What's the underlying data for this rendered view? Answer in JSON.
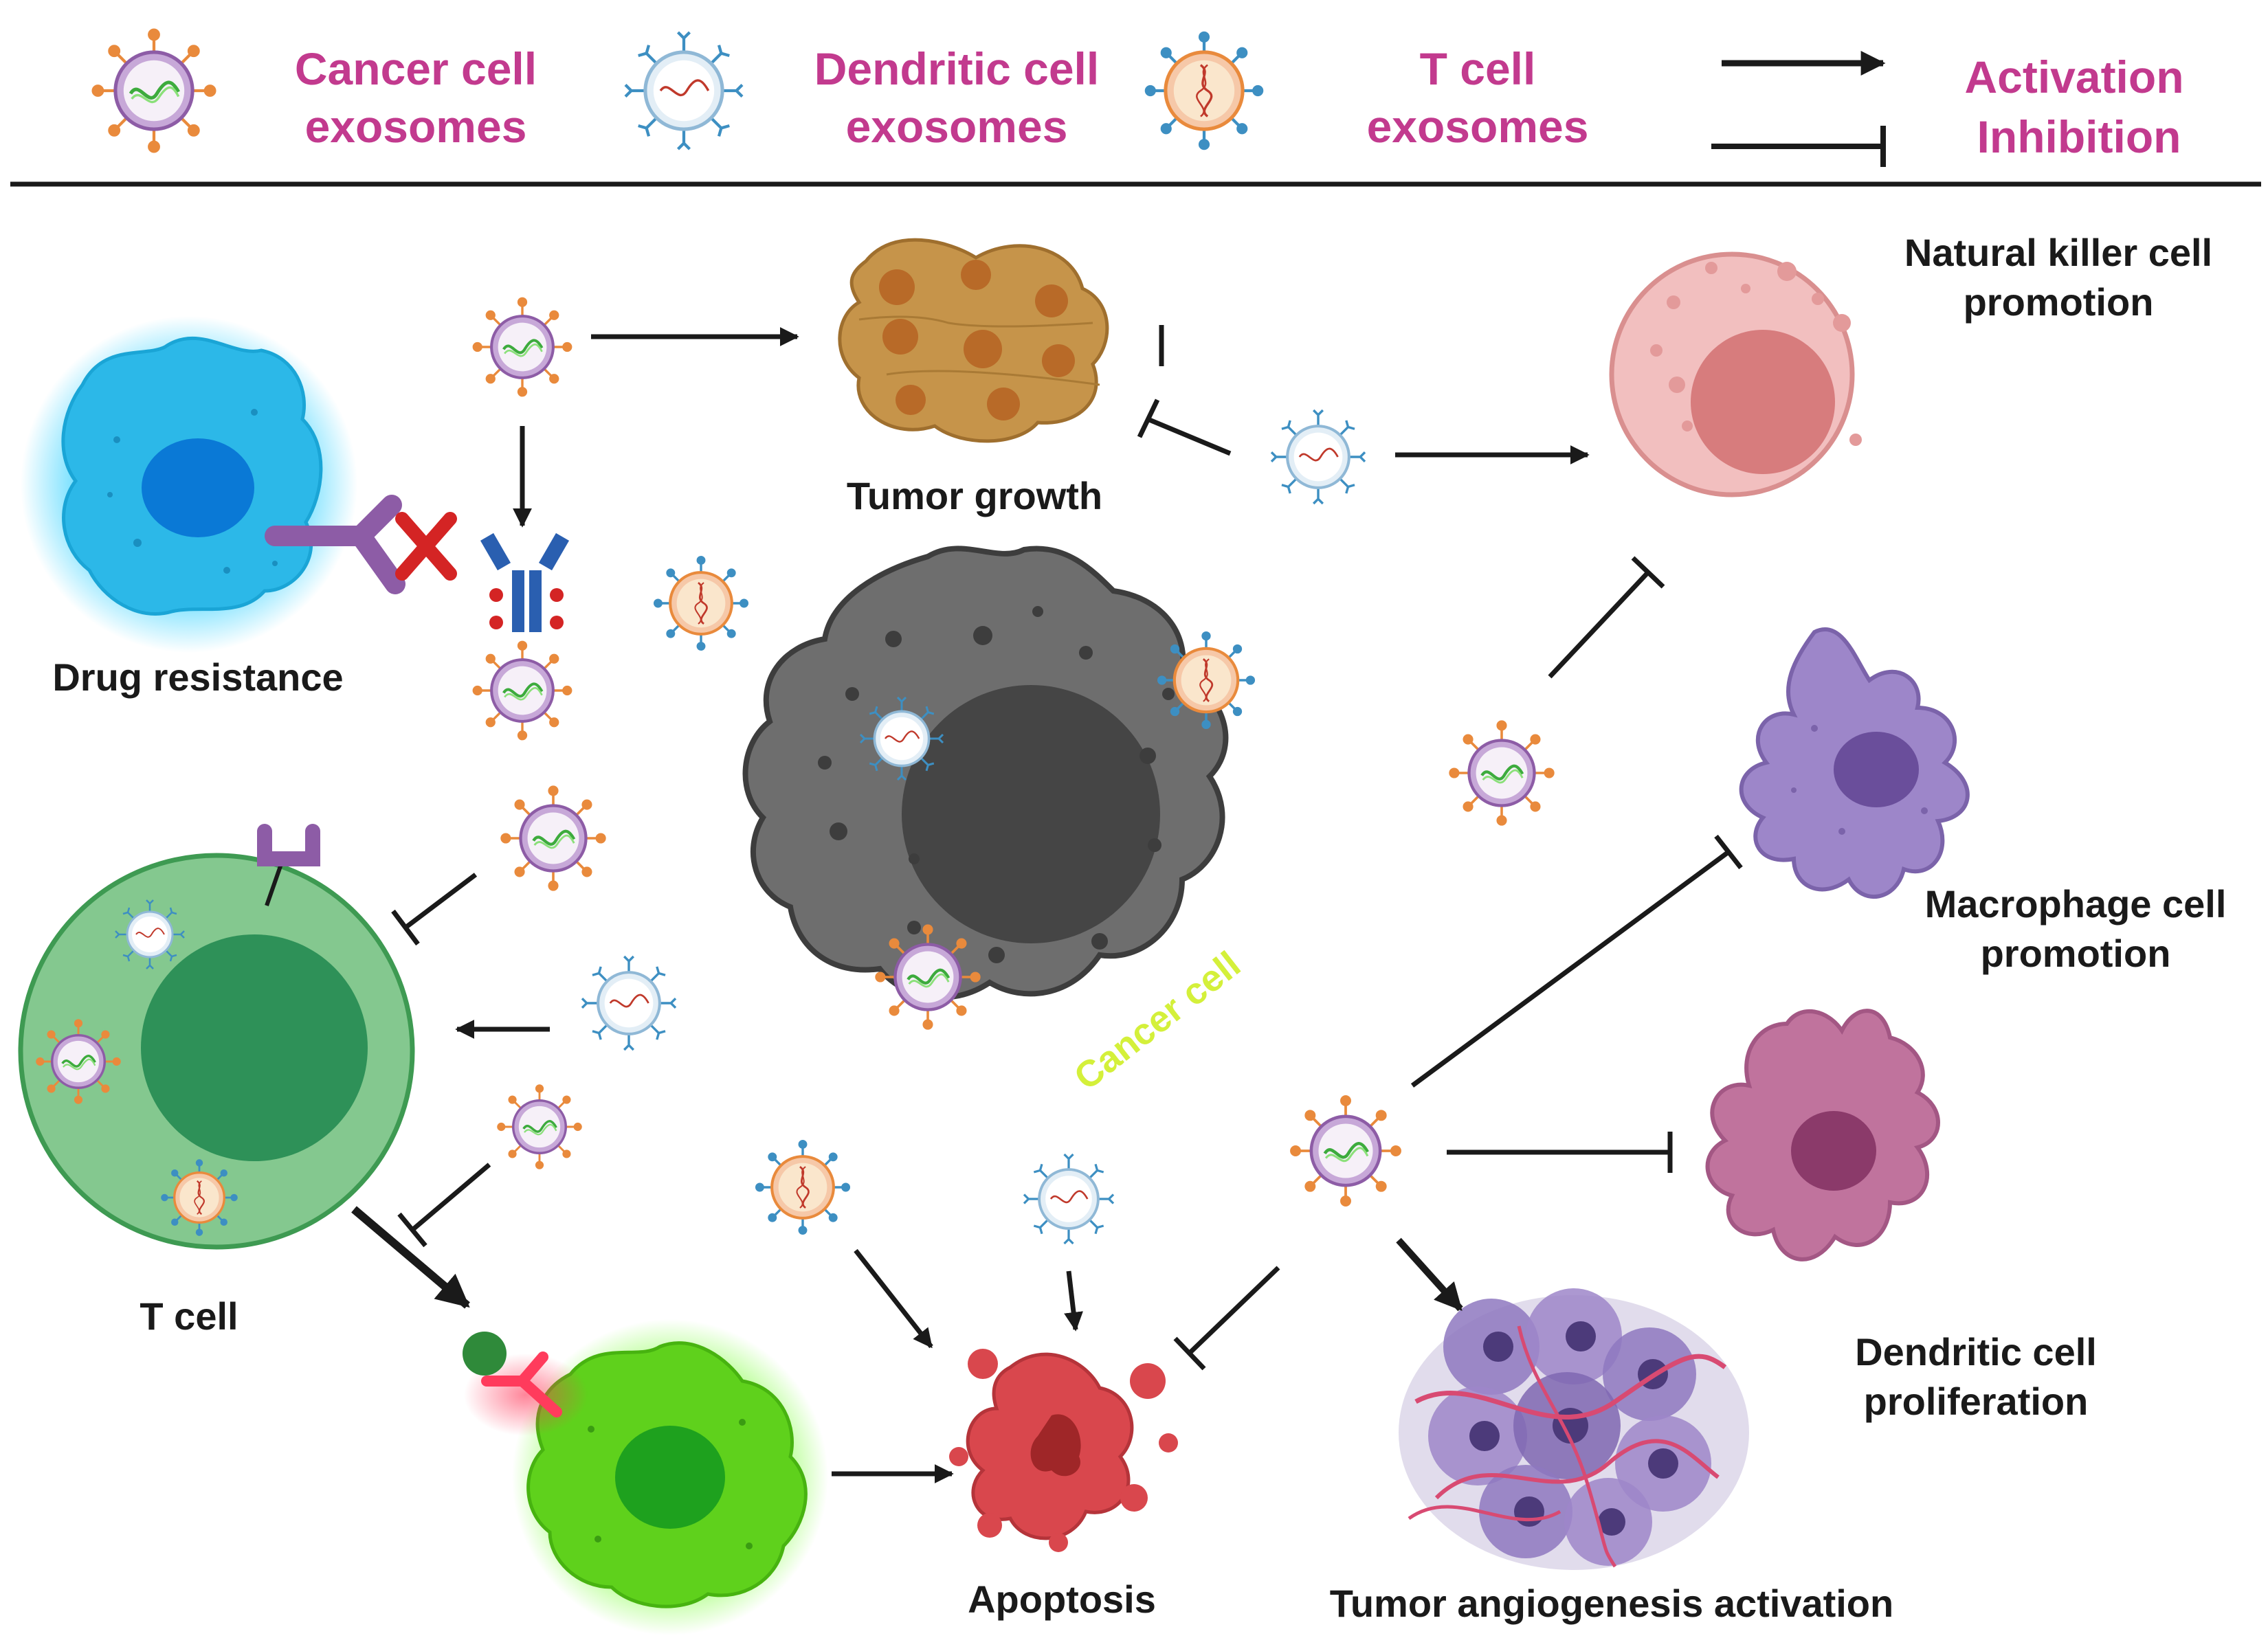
{
  "legend": {
    "cancer_exosomes": [
      "Cancer cell",
      "exosomes"
    ],
    "dendritic_exosomes": [
      "Dendritic cell",
      "exosomes"
    ],
    "t_exosomes": [
      "T cell",
      "exosomes"
    ],
    "activation": "Activation",
    "inhibition": "Inhibition"
  },
  "labels": {
    "tumor_growth": "Tumor growth",
    "natural_killer": [
      "Natural killer cell",
      "promotion"
    ],
    "drug_resistance": "Drug resistance",
    "cancer_cell": "Cancer cell",
    "macrophage": [
      "Macrophage cell",
      "promotion"
    ],
    "t_cell": "T cell",
    "dendritic_prolif": [
      "Dendritic cell",
      "proliferation"
    ],
    "apoptosis": "Apoptosis",
    "angiogenesis": "Tumor angiogenesis activation"
  },
  "colors": {
    "legend_text": "#c23a8e",
    "arrow": "#1a1a1a",
    "cancer_cell": "#6e6e6e",
    "cancer_label": "#d4f03a",
    "t_cell": "#84c88f",
    "nk_cell": "#f2bfbf",
    "macrophage": "#9d86c9",
    "dendritic_cell": "#c0739d",
    "drug_resistant_cell": "#2cb8e8",
    "apoptotic_cell": "#d9474d",
    "killed_cell": "#5fd11c",
    "tumor": "#c6944a"
  }
}
